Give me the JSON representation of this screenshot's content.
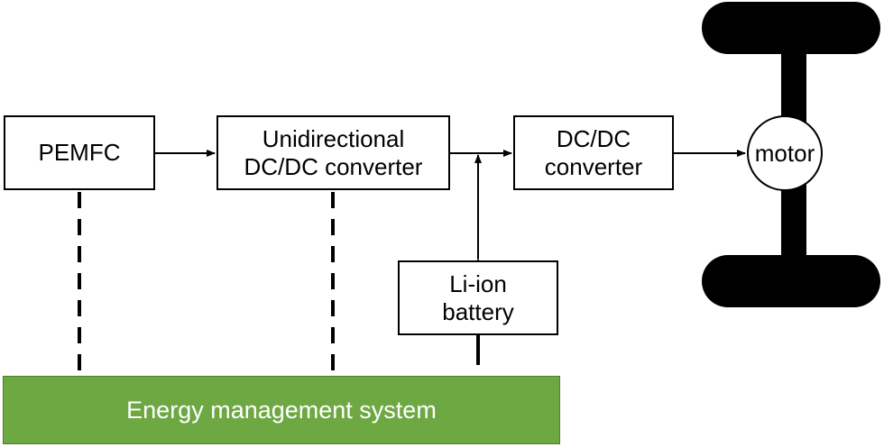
{
  "blocks": {
    "pemfc": "PEMFC",
    "unidirectional_converter": "Unidirectional\nDC/DC converter",
    "dcdc_converter": "DC/DC\nconverter",
    "battery": "Li-ion\nbattery",
    "motor": "motor",
    "energy_management": "Energy management system"
  },
  "colors": {
    "line": "#000000",
    "ems_fill": "#6ea843",
    "ems_text": "#ffffff",
    "wheel_fill": "#000000"
  }
}
